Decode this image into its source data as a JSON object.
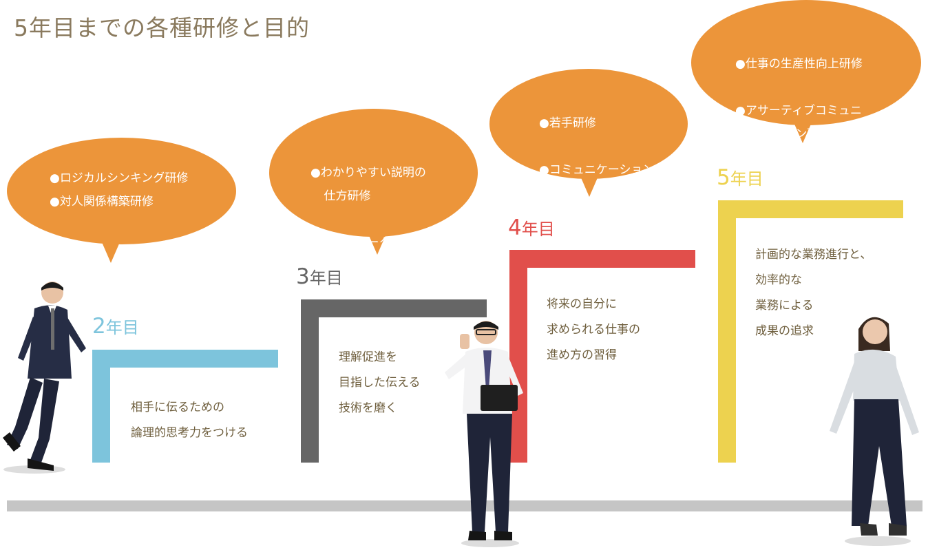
{
  "title": "5年目までの各種研修と目的",
  "colors": {
    "year2": "#7dc4dc",
    "year3": "#666666",
    "year4": "#e14f4b",
    "year5": "#edd24f",
    "bubble": "#ec953a",
    "desc_text": "#6f5f3e",
    "ground": "#c5c5c5"
  },
  "steps": [
    {
      "year_num": "2",
      "year_suffix": "年目",
      "trainings": [
        "ロジカルシンキング研修",
        "対人関係構築研修"
      ],
      "purpose": [
        "相手に伝るための",
        "論理的思考力をつける"
      ]
    },
    {
      "year_num": "3",
      "year_suffix": "年目",
      "trainings": [
        "わかりやすい説明の\n仕方研修",
        "チームワーク入門研修"
      ],
      "purpose": [
        "理解促進を",
        "目指した伝える",
        "技術を磨く"
      ]
    },
    {
      "year_num": "4",
      "year_suffix": "年目",
      "trainings": [
        "若手研修",
        "コミュニケーション\n研修"
      ],
      "purpose": [
        "将来の自分に",
        "求められる仕事の",
        "進め方の習得"
      ]
    },
    {
      "year_num": "5",
      "year_suffix": "年目",
      "trainings": [
        "仕事の生産性向上研修",
        "アサーティブコミュニ\nケーション研修"
      ],
      "purpose": [
        "計画的な業務進行と、",
        "効率的な",
        "業務による",
        "成果の追求"
      ]
    }
  ]
}
